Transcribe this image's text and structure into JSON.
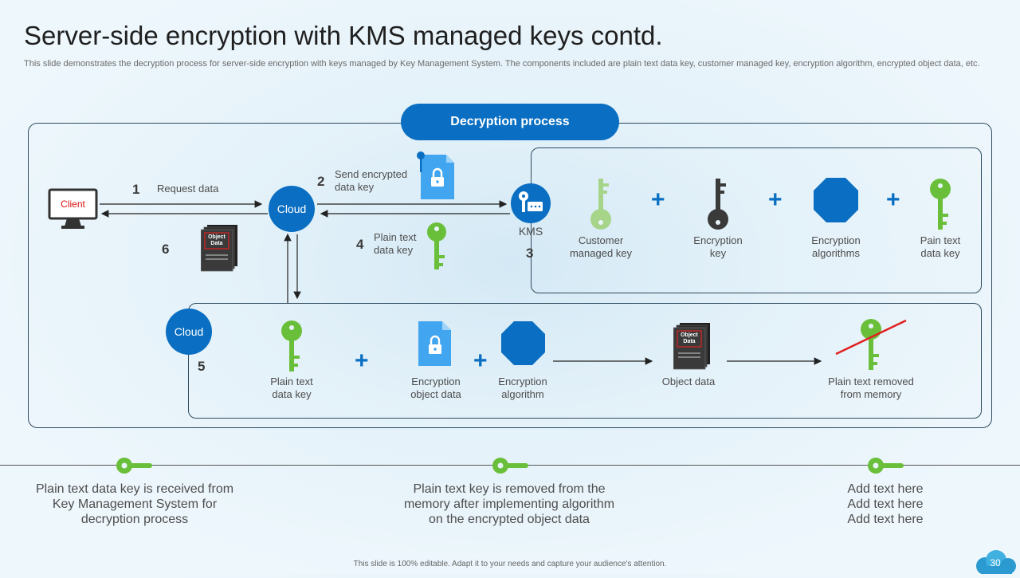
{
  "title": "Server-side encryption with KMS managed keys contd.",
  "description": "This slide demonstrates the decryption process for server-side encryption with keys managed by Key Management System. The components included are plain text data key, customer managed key, encryption algorithm, encrypted object data, etc.",
  "process_title": "Decryption process",
  "client_label": "Client",
  "cloud_label": "Cloud",
  "cloud2_label": "Cloud",
  "kms_label": "KMS",
  "steps": {
    "s1": {
      "num": "1",
      "text": "Request data"
    },
    "s2": {
      "num": "2",
      "line1": "Send encrypted",
      "line2": "data key"
    },
    "s3": {
      "num": "3"
    },
    "s4": {
      "num": "4",
      "line1": "Plain text",
      "line2": "data key"
    },
    "s5": {
      "num": "5"
    },
    "s6": {
      "num": "6"
    }
  },
  "object_data_tag": {
    "line1": "Object",
    "line2": "Data"
  },
  "kms_items": [
    {
      "line1": "Customer",
      "line2": "managed key",
      "icon": "key-icon",
      "color": "#a6d58a"
    },
    {
      "line1": "Encryption",
      "line2": "key",
      "icon": "key-icon",
      "color": "#3a3a3a"
    },
    {
      "line1": "Encryption",
      "line2": "algorithms",
      "icon": "octagon-icon",
      "color": "#0a6fc2"
    },
    {
      "line1": "Pain text",
      "line2": "data key",
      "icon": "key-icon",
      "color": "#6abf3a"
    }
  ],
  "flow_items": [
    {
      "line1": "Plain text",
      "line2": "data key"
    },
    {
      "line1": "Encryption",
      "line2": "object data"
    },
    {
      "line1": "Encryption",
      "line2": "algorithm"
    },
    {
      "line1": "Object data"
    },
    {
      "line1": "Plain text removed",
      "line2": "from memory"
    }
  ],
  "bottom_notes": [
    {
      "l1": "Plain text data key is received from",
      "l2": "Key Management System for",
      "l3": "decryption process"
    },
    {
      "l1": "Plain text key is removed from the",
      "l2": "memory after implementing algorithm",
      "l3": "on the encrypted object data"
    },
    {
      "l1": "Add text here",
      "l2": "Add text here",
      "l3": "Add text here"
    }
  ],
  "footer": "This slide is 100% editable. Adapt it to your needs and capture your audience's attention.",
  "page_number": "30",
  "colors": {
    "accent": "#0a6fc2",
    "green": "#6abf3a",
    "light_green": "#a6d58a",
    "file_blue": "#42a5f0",
    "cross_red": "#e02020"
  }
}
